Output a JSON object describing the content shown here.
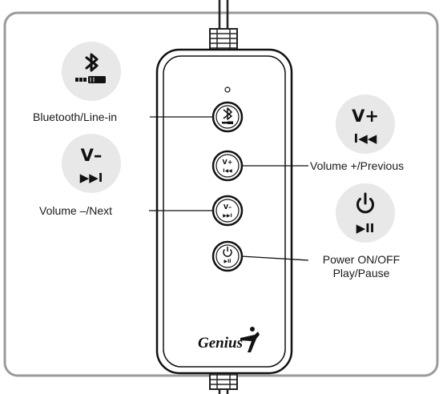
{
  "labels": {
    "bluetooth": "Bluetooth/Line-in",
    "volume_up": "Volume +/Previous",
    "volume_down": "Volume –/Next",
    "power_line1": "Power ON/OFF",
    "power_line2": "Play/Pause"
  },
  "glyphs": {
    "v_plus": "V+",
    "v_minus": "V–",
    "previous": "I◀◀",
    "next": "▶▶I",
    "play_pause": "▶II"
  },
  "brand": "Genius",
  "colors": {
    "background": "#ffffff",
    "frame": "#9a9a9a",
    "icon_circle": "#e8e8e8",
    "remote_body": "#ffffff",
    "outline": "#111111"
  }
}
